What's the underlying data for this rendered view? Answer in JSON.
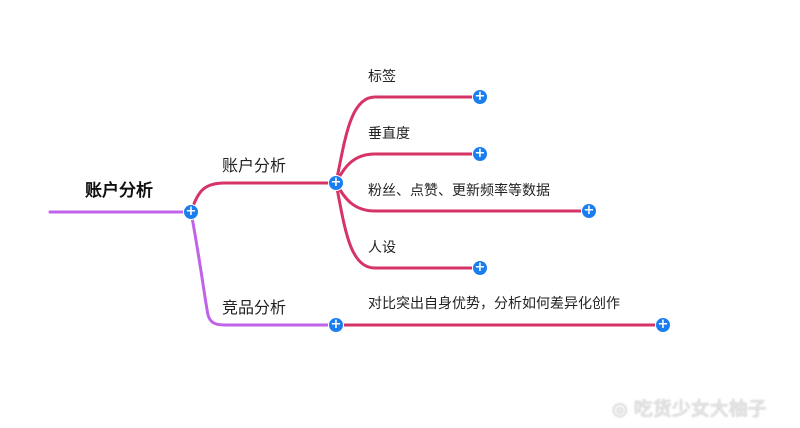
{
  "root": {
    "label": "账户分析"
  },
  "branches": [
    {
      "label": "账户分析",
      "children": [
        "标签",
        "垂直度",
        "粉丝、点赞、更新频率等数据",
        "人设"
      ]
    },
    {
      "label": "竞品分析",
      "children": [
        "对比突出自身优势，分析如何差异化创作"
      ]
    }
  ],
  "expand_symbol": "+",
  "watermark": "吃货少女大柚子",
  "colors": {
    "branch_account": "#d63366",
    "branch_competitor": "#c062ea",
    "node_button": "#1a7ef0"
  }
}
